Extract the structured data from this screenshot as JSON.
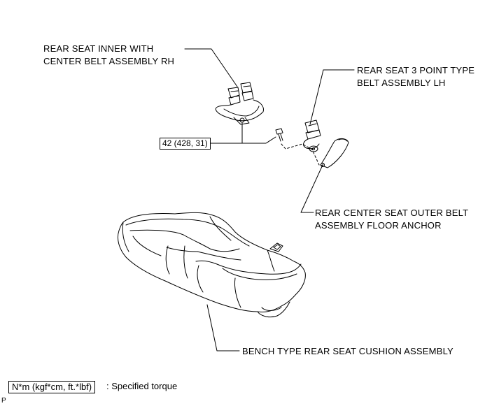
{
  "labels": {
    "inner_belt": [
      "REAR SEAT INNER WITH",
      "CENTER BELT ASSEMBLY RH"
    ],
    "three_point_belt": [
      "REAR SEAT 3 POINT TYPE",
      "BELT ASSEMBLY LH"
    ],
    "floor_anchor": [
      "REAR CENTER SEAT OUTER BELT",
      "ASSEMBLY FLOOR ANCHOR"
    ],
    "seat_cushion": "BENCH TYPE REAR SEAT CUSHION ASSEMBLY"
  },
  "torque_spec": "42 (428, 31)",
  "legend": {
    "unit_box": "N*m (kgf*cm, ft.*lbf)",
    "description": ": Specified torque"
  },
  "corner_mark": "P"
}
